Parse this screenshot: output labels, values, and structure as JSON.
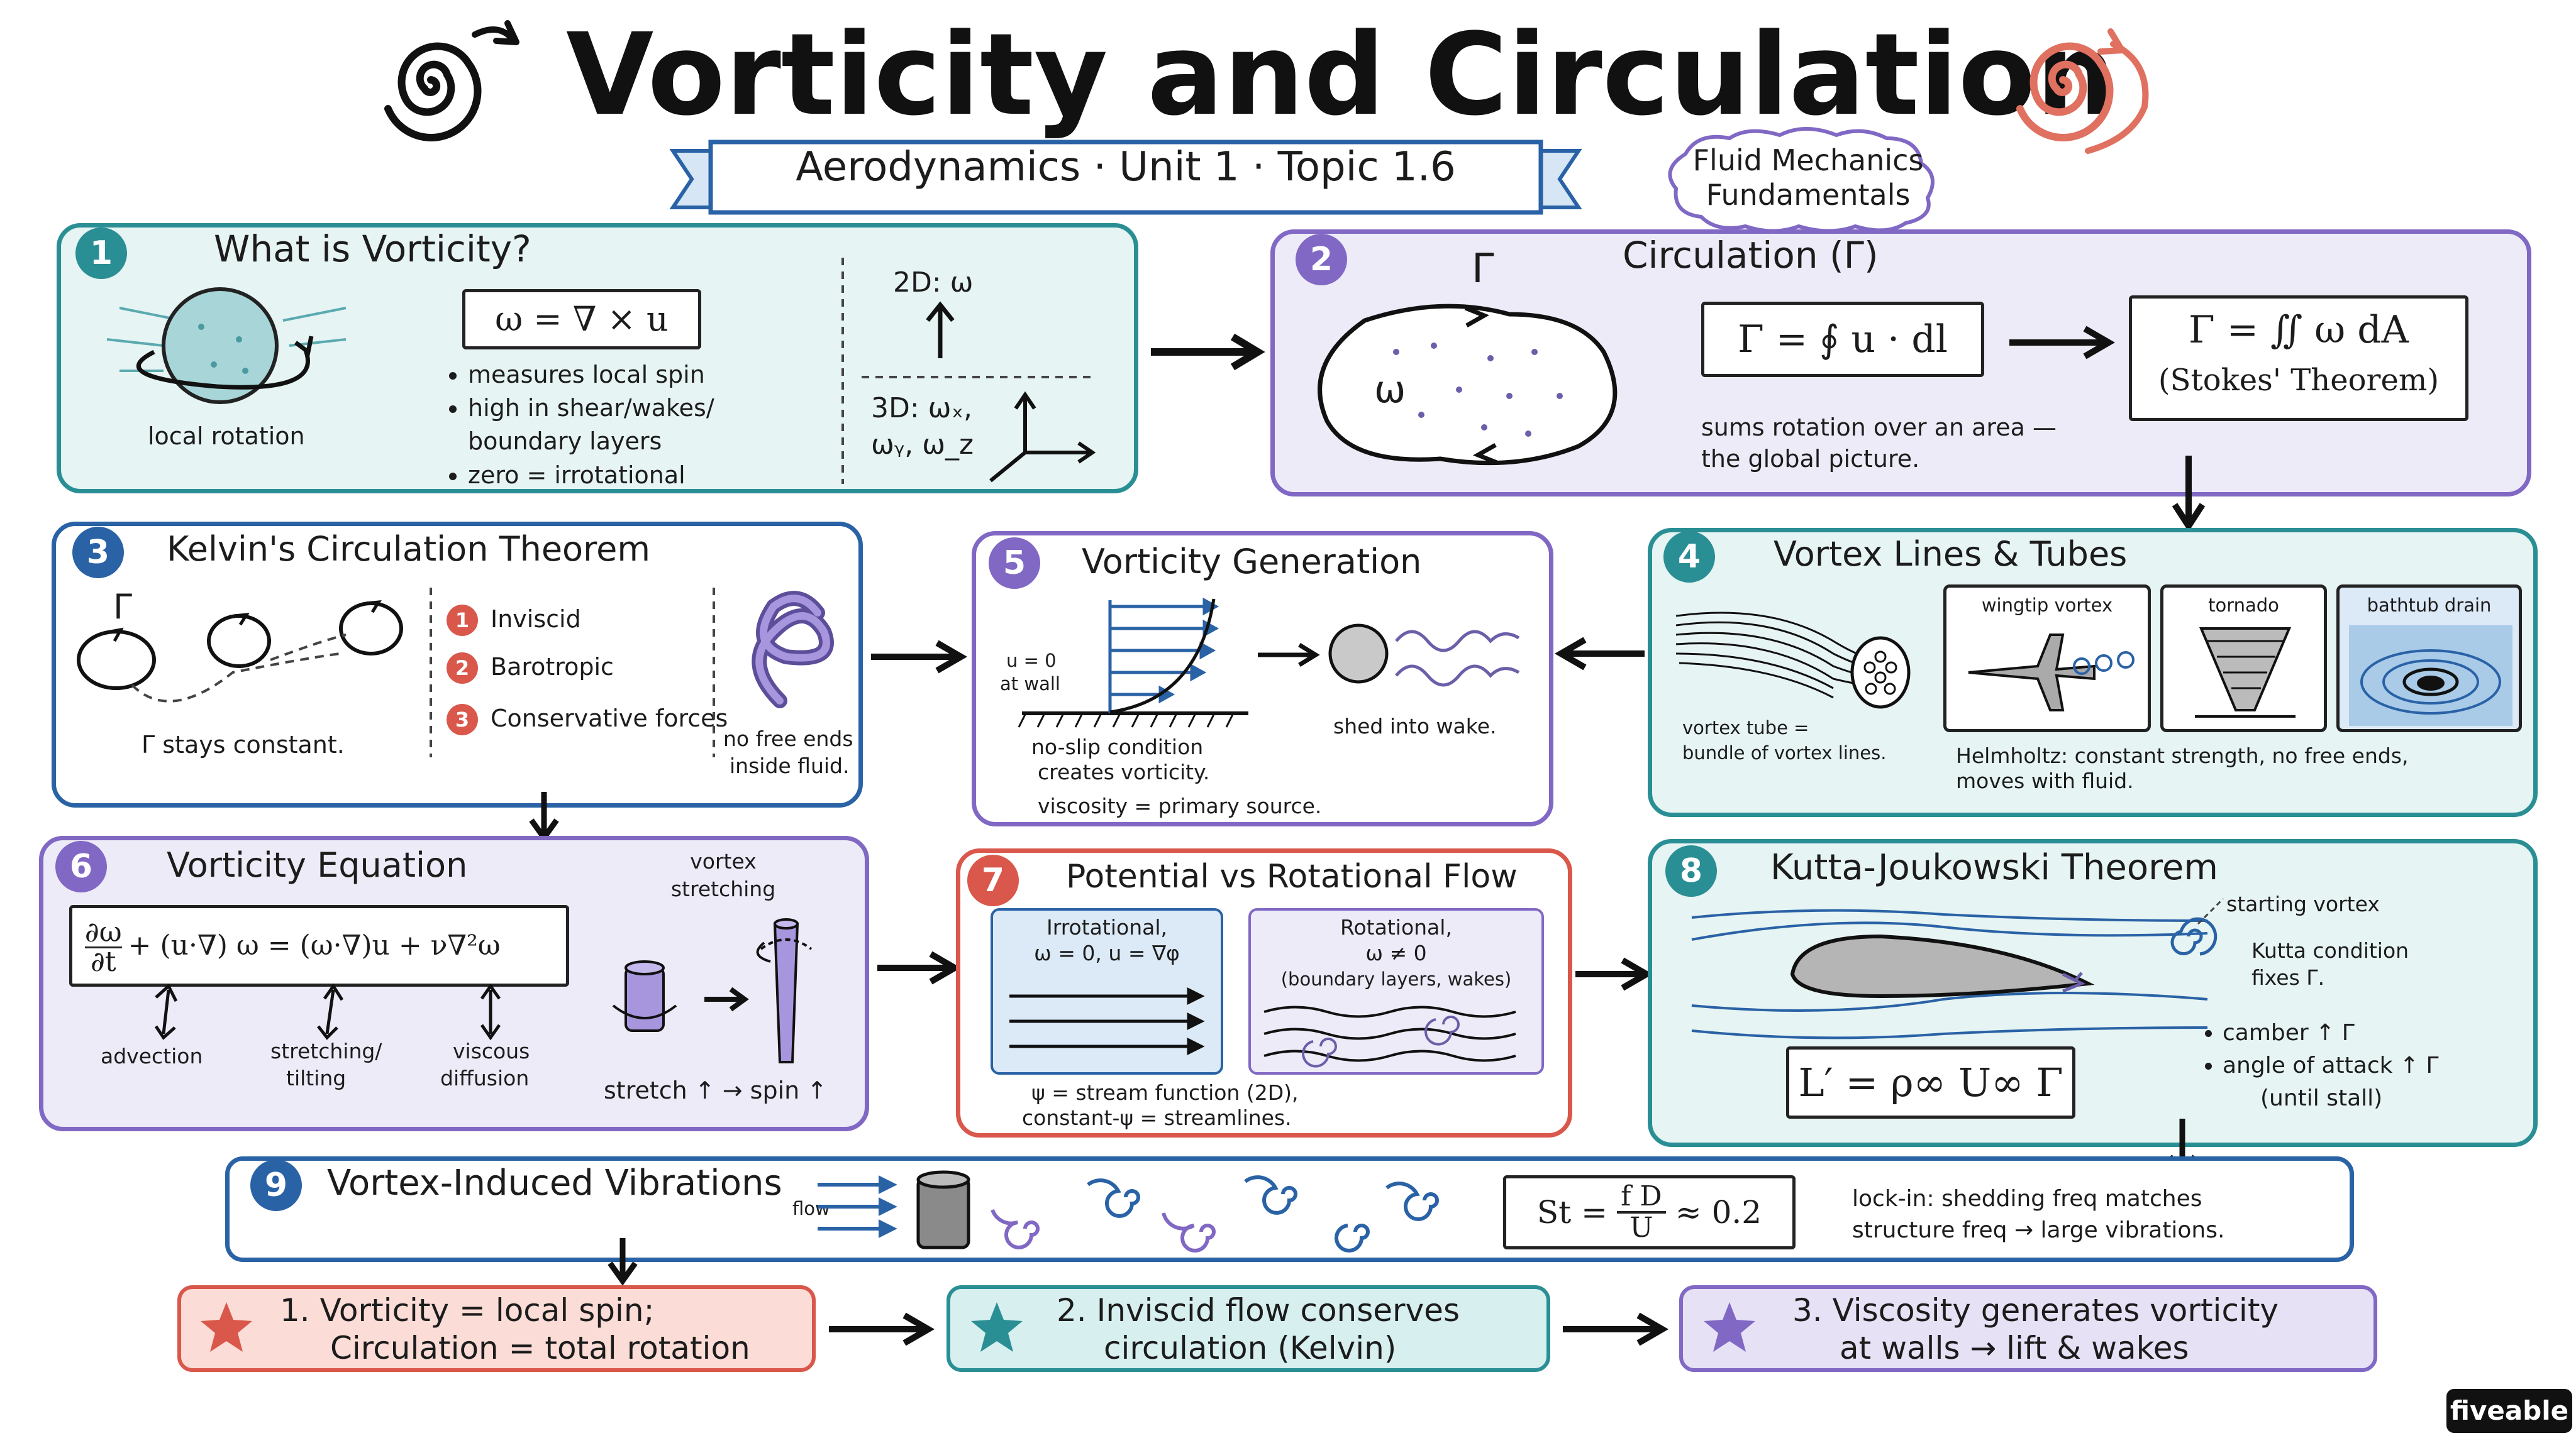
{
  "header": {
    "title": "Vorticity and Circulation",
    "banner": "Aerodynamics · Unit 1 · Topic 1.6",
    "cloud_line1": "Fluid Mechanics",
    "cloud_line2": "Fundamentals"
  },
  "p1": {
    "num": "1",
    "title": "What is Vorticity?",
    "formula": "ω = ∇ × u",
    "bullets": [
      "measures local spin",
      "high in shear/wakes/",
      "boundary layers",
      "zero = irrotational"
    ],
    "caption": "local rotation",
    "label_2d": "2D: ω",
    "label_3d_a": "3D: ωₓ,",
    "label_3d_b": "ωᵧ, ω_z"
  },
  "p2": {
    "num": "2",
    "title": "Circulation (Γ)",
    "gamma": "Γ",
    "omega": "ω",
    "formula1": "Γ = ∮ u · dl",
    "formula2": "Γ = ∬ ω dA",
    "formula2_sub": "(Stokes' Theorem)",
    "note1": "sums rotation over an area —",
    "note2": "the global picture."
  },
  "p3": {
    "num": "3",
    "title": "Kelvin's Circulation Theorem",
    "gamma": "Γ",
    "caption": "Γ stays constant.",
    "cond1": "Inviscid",
    "cond2": "Barotropic",
    "cond3": "Conservative forces",
    "n1": "1",
    "n2": "2",
    "n3": "3",
    "note1": "no free ends",
    "note2": "inside fluid."
  },
  "p4": {
    "num": "4",
    "title": "Vortex Lines & Tubes",
    "tube1": "vortex tube =",
    "tube2": "bundle of vortex lines.",
    "ex1": "wingtip vortex",
    "ex2": "tornado",
    "ex3": "bathtub drain",
    "helm1": "Helmholtz: constant strength, no free ends,",
    "helm2": "moves with fluid."
  },
  "p5": {
    "num": "5",
    "title": "Vorticity Generation",
    "u0": "u = 0",
    "wall": "at wall",
    "shed": "shed into wake.",
    "ns1": "no-slip condition",
    "ns2": "creates vorticity.",
    "visc": "viscosity = primary source."
  },
  "p6": {
    "num": "6",
    "title": "Vorticity Equation",
    "stretch1": "vortex",
    "stretch2": "stretching",
    "l_adv": "advection",
    "l_st1": "stretching/",
    "l_st2": "tilting",
    "l_vd1": "viscous",
    "l_vd2": "diffusion",
    "note": "stretch ↑ → spin ↑"
  },
  "p7": {
    "num": "7",
    "title": "Potential vs Rotational Flow",
    "irr1": "Irrotational,",
    "irr2": "ω = 0, u = ∇φ",
    "rot1": "Rotational,",
    "rot2": "ω ≠ 0",
    "rot3": "(boundary layers, wakes)",
    "psi1": "ψ = stream function (2D),",
    "psi2": "constant-ψ = streamlines."
  },
  "p8": {
    "num": "8",
    "title": "Kutta-Joukowski Theorem",
    "starting": "starting vortex",
    "kutta1": "Kutta condition",
    "kutta2": "fixes Γ.",
    "b1": "camber ↑ Γ",
    "b2": "angle of attack ↑ Γ",
    "b3": "(until stall)",
    "formula": "L′ = ρ∞ U∞ Γ"
  },
  "p9": {
    "num": "9",
    "title": "Vortex-Induced Vibrations",
    "flow": "flow",
    "st_lhs": "St =",
    "st_num": "f D",
    "st_den": "U",
    "st_rhs": "≈ 0.2",
    "lock1": "lock-in: shedding freq matches",
    "lock2": "structure freq → large vibrations."
  },
  "takeaways": {
    "t1a": "1. Vorticity = local spin;",
    "t1b": "Circulation = total rotation",
    "t2a": "2. Inviscid flow conserves",
    "t2b": "circulation (Kelvin)",
    "t3a": "3. Viscosity generates vorticity",
    "t3b": "at walls → lift & wakes"
  },
  "brand": "fiveable",
  "colors": {
    "teal": "#2a8f94",
    "purple": "#8068c4",
    "blue": "#2a62a6",
    "red": "#d9584b"
  }
}
